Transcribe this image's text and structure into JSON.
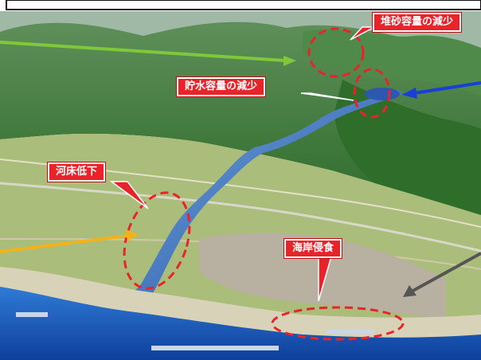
{
  "callouts": {
    "sediment_capacity": "堆砂容量の減少",
    "storage_capacity": "貯水容量の減少",
    "riverbed": "河床低下",
    "coast": "海岸侵食"
  },
  "colors": {
    "callout_fill": "#e8242a",
    "highlight_ellipse": "#e8242a",
    "arrow_green": "#7ec83a",
    "arrow_blue": "#1a3fd6",
    "arrow_orange": "#f2b21c",
    "arrow_gray": "#555555"
  }
}
